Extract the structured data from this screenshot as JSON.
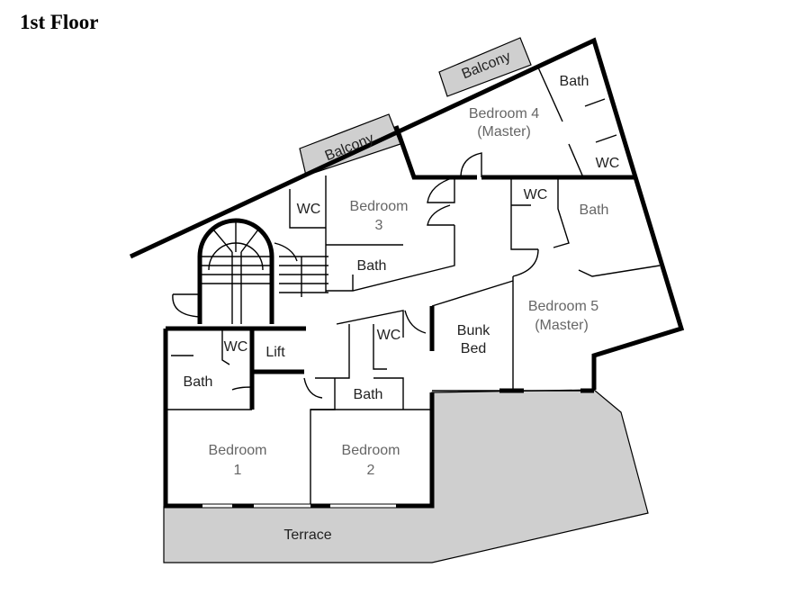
{
  "title": "1st Floor",
  "rooms": {
    "balcony_left": "Balcony",
    "balcony_right": "Balcony",
    "bedroom4": [
      "Bedroom 4",
      "(Master)"
    ],
    "bath_bed4": "Bath",
    "wc_bed4": "WC",
    "wc_bed3": "WC",
    "bedroom3": [
      "Bedroom",
      "3"
    ],
    "bath_bed3": "Bath",
    "wc_bed5": "WC",
    "bath_bed5": "Bath",
    "bedroom5": [
      "Bedroom 5",
      "(Master)"
    ],
    "bunk_bed": [
      "Bunk",
      "Bed"
    ],
    "wc_bed2": "WC",
    "bath_bed2": "Bath",
    "wc_bed1": "WC",
    "lift": "Lift",
    "bath_bed1": "Bath",
    "bedroom1": [
      "Bedroom",
      "1"
    ],
    "bedroom2": [
      "Bedroom",
      "2"
    ],
    "terrace": "Terrace"
  }
}
